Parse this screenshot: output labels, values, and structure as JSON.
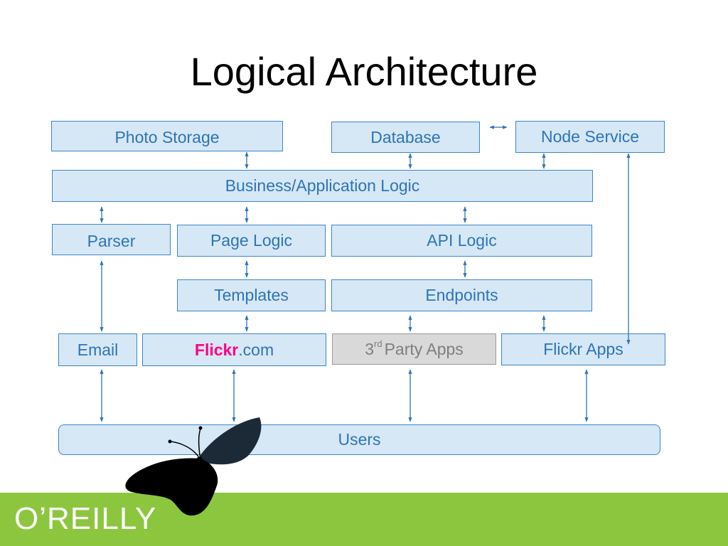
{
  "slide": {
    "title": "Logical Architecture"
  },
  "diagram": {
    "boxes": {
      "photo_storage": "Photo Storage",
      "database": "Database",
      "node_service": "Node Service",
      "business_logic": "Business/Application Logic",
      "parser": "Parser",
      "page_logic": "Page Logic",
      "api_logic": "API Logic",
      "templates": "Templates",
      "endpoints": "Endpoints",
      "email": "Email",
      "flickr_com_brand": "Flickr",
      "flickr_com_suffix": ".com",
      "third_party_num": "3",
      "third_party_sup": "rd",
      "third_party_rest": "Party Apps",
      "flickr_apps": "Flickr Apps",
      "users": "Users"
    }
  },
  "footer": {
    "logo_text": "O’REILLY"
  },
  "colors": {
    "box_fill": "#d6e7f6",
    "box_border": "#3e86c4",
    "box_text": "#2e74b5",
    "flickr_pink": "#ff0084",
    "gray_box_fill": "#d9d9d9",
    "footer_green": "#8cc63f"
  }
}
